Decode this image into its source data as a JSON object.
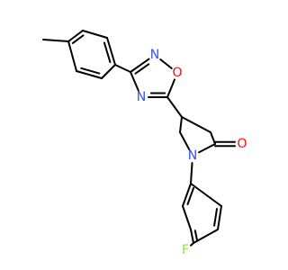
{
  "molecule": {
    "atoms": {
      "N_oxadiazole_top": {
        "symbol": "N",
        "color": "#3050F8"
      },
      "O_oxadiazole": {
        "symbol": "O",
        "color": "#FF0D0D"
      },
      "N_oxadiazole_left": {
        "symbol": "N",
        "color": "#3050F8"
      },
      "O_carbonyl": {
        "symbol": "O",
        "color": "#FF0D0D"
      },
      "N_lactam": {
        "symbol": "N",
        "color": "#3050F8"
      },
      "F_fluoro": {
        "symbol": "F",
        "color": "#90E050"
      }
    }
  }
}
